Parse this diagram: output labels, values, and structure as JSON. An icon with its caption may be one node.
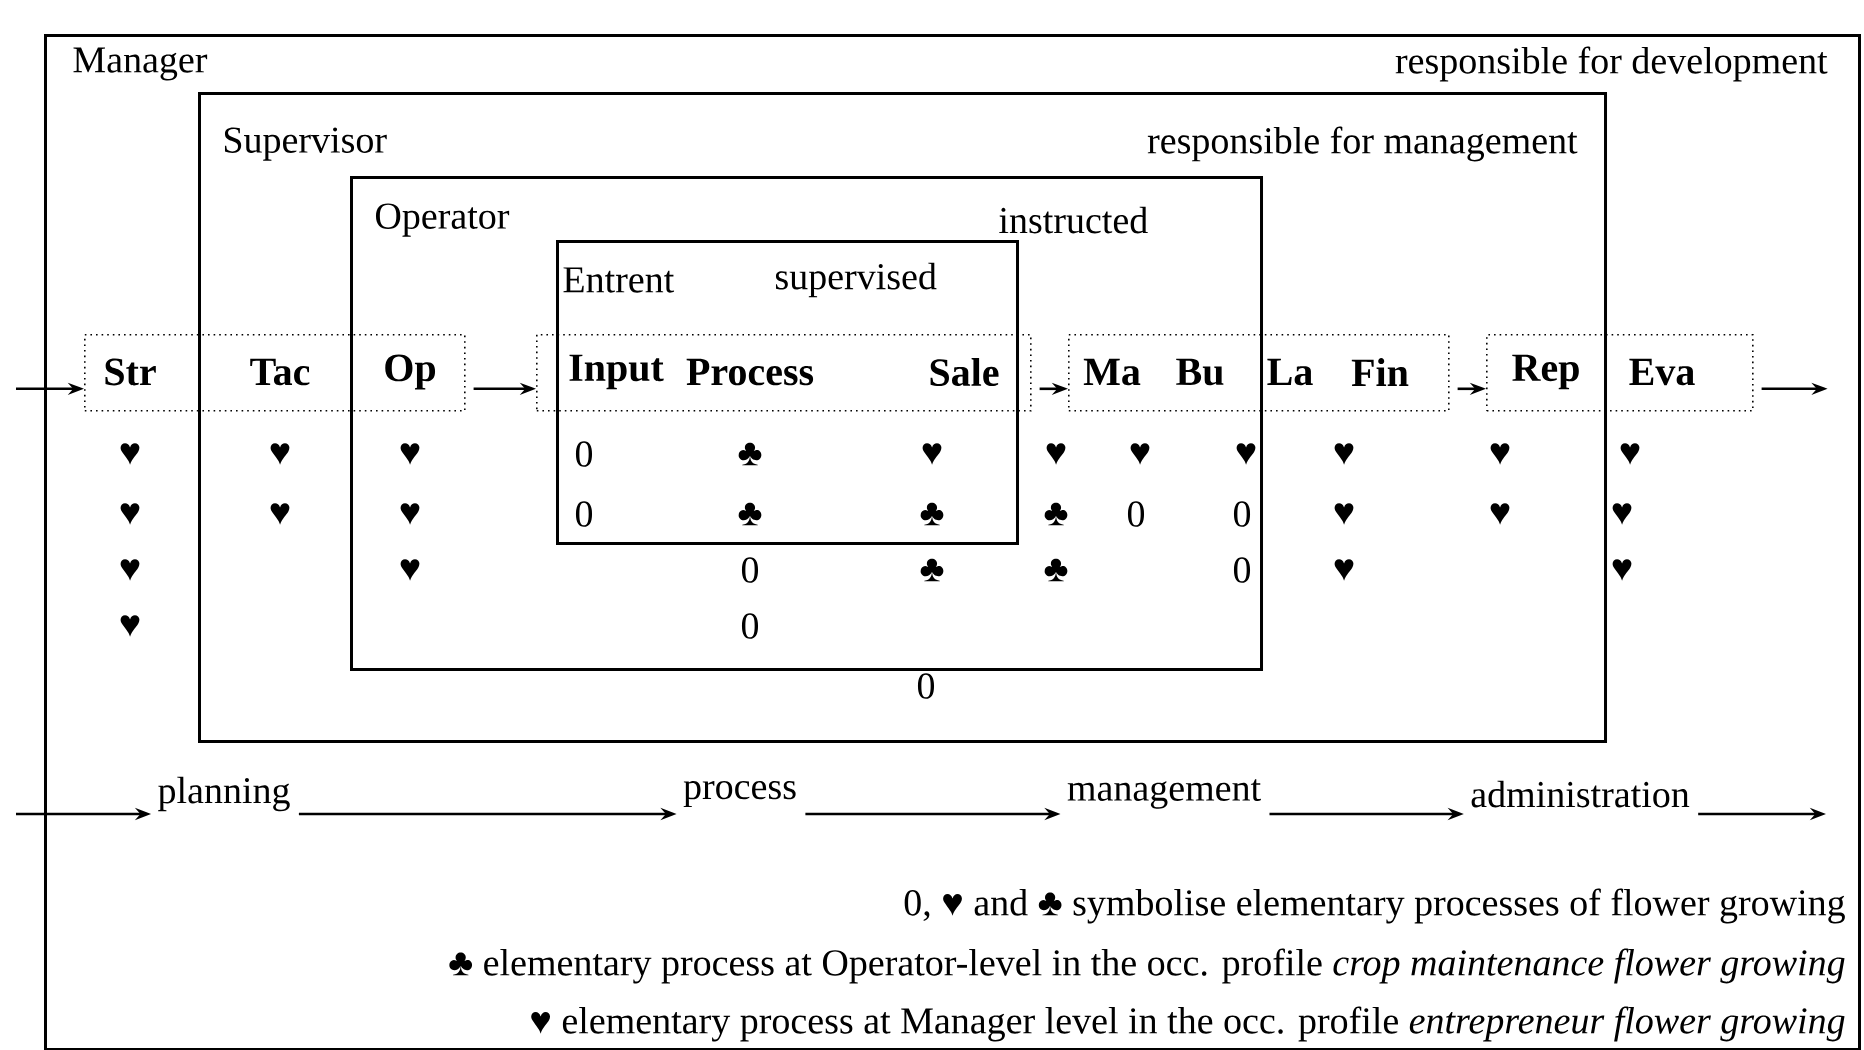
{
  "diagram": {
    "nodes": [
      {
        "text": [
          "Manager",
          "responsible for development"
        ]
      },
      {
        "text": [
          "Supervisor",
          "responsible for management"
        ],
        "in": 0
      },
      {
        "text": [
          "Operator",
          "instructed"
        ],
        "in": 1
      },
      {
        "text": [
          "Entrent",
          "supervised"
        ],
        "in": 2
      },
      {
        "text": [
          "Str",
          "Tac",
          "Op"
        ],
        "in": 0
      },
      {
        "text": [
          "Input",
          "Process",
          "Sale"
        ],
        "in": 2
      },
      {
        "text": [
          "Ma",
          "Bu",
          "La",
          "Fin"
        ],
        "in": 1
      },
      {
        "text": [
          "Rep",
          "Eva"
        ],
        "in": 0
      },
      {
        "text": [
          "planning"
        ],
        "in": 0
      },
      {
        "text": [
          "process"
        ],
        "in": 0
      },
      {
        "text": [
          "management"
        ],
        "in": 0
      },
      {
        "text": [
          "administration"
        ],
        "in": 0
      }
    ],
    "edges": [
      {
        "from": null,
        "to": 4,
        "arrow": "to"
      },
      {
        "from": 4,
        "to": 5,
        "arrow": "to"
      },
      {
        "from": 5,
        "to": 6,
        "arrow": "to"
      },
      {
        "from": 6,
        "to": 7,
        "arrow": "to"
      },
      {
        "from": 7,
        "to": null,
        "arrow": "to"
      },
      {
        "from": null,
        "to": 8,
        "arrow": "to"
      },
      {
        "from": 8,
        "to": 9,
        "arrow": "to"
      },
      {
        "from": 9,
        "to": 10,
        "arrow": "to"
      },
      {
        "from": 10,
        "to": 11,
        "arrow": "to"
      },
      {
        "from": 11,
        "to": null,
        "arrow": "to"
      }
    ],
    "labels": [
      "♥",
      "♥",
      "♥",
      "0",
      "♣",
      "♥",
      "♥",
      "♥",
      "♥",
      "♥",
      "♥",
      "♥",
      "♥",
      "♥",
      "♥",
      "0",
      "♣",
      "♣",
      "♣",
      "0",
      "0",
      "♥",
      "♥",
      "♥",
      "♥",
      "♥",
      "0",
      "♣",
      "♣",
      "0",
      "♥",
      "♥",
      "♥",
      "0",
      "0",
      "0, ♥ and ♣ symbolise elementary processes of flower growing",
      "♣ elementary process at Operator-level in the occ. profile *crop maintenance flower growing*",
      "♥ elementary process at Manager level in the occ. profile *entrepreneur flower growing*"
    ]
  }
}
